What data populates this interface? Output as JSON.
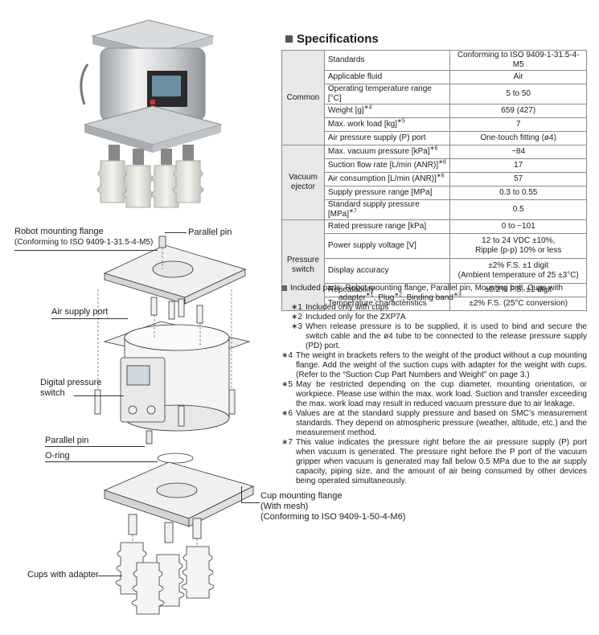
{
  "callouts": {
    "robot_flange": "Robot mounting flange",
    "robot_flange_std": "(Conforming to ISO 9409-1-31.5-4-M5)",
    "parallel_pin_top": "Parallel pin",
    "air_supply_port": "Air supply port",
    "digital_switch_1": "Digital pressure",
    "digital_switch_2": "switch",
    "parallel_pin_mid": "Parallel pin",
    "o_ring": "O-ring",
    "cup_flange_1": "Cup mounting flange",
    "cup_flange_2": "(With mesh)",
    "cup_flange_3": "(Conforming to ISO 9409-1-50-4-M6)",
    "cups_adapter": "Cups with adapter"
  },
  "specifications": {
    "title": "Specifications",
    "groups": {
      "common": "Common",
      "vacuum_1": "Vacuum",
      "vacuum_2": "ejector",
      "pressure_1": "Pressure",
      "pressure_2": "switch"
    },
    "rows": [
      {
        "item": "Standards",
        "value": "Conforming to ISO 9409-1-31.5-4-M5"
      },
      {
        "item": "Applicable fluid",
        "value": "Air"
      },
      {
        "item": "Operating temperature range [°C]",
        "value": "5 to 50"
      },
      {
        "item": "Weight [g]",
        "sup": "∗4",
        "value": "659 (427)"
      },
      {
        "item": "Max. work load [kg]",
        "sup": "∗5",
        "value": "7"
      },
      {
        "item": "Air pressure supply (P) port",
        "value": "One-touch fitting (ø4)"
      },
      {
        "item": "Max. vacuum pressure [kPa]",
        "sup": "∗6",
        "value": "−84"
      },
      {
        "item": "Suction flow rate [L/min (ANR)]",
        "sup": "∗6",
        "value": "17"
      },
      {
        "item": "Air consumption [L/min (ANR)]",
        "sup": "∗6",
        "value": "57"
      },
      {
        "item": "Supply pressure range [MPa]",
        "value": "0.3 to 0.55"
      },
      {
        "item": "Standard supply pressure [MPa]",
        "sup": "∗7",
        "value": "0.5"
      },
      {
        "item": "Rated pressure range [kPa]",
        "value": "0 to −101"
      },
      {
        "item": "Power supply voltage [V]",
        "value": "12 to 24 VDC ±10%,",
        "value2": "Ripple (p-p) 10% or less"
      },
      {
        "item": "Display accuracy",
        "value": "±2% F.S. ±1 digit",
        "value2": "(Ambient temperature of 25 ±3°C)"
      },
      {
        "item": "Repeatability",
        "value": "±0.2% F.S. ±1 digit"
      },
      {
        "item": "Temperature characteristics",
        "value": "±2% F.S. (25°C conversion)"
      }
    ]
  },
  "notes": {
    "included_1": "Included parts: Robot mounting flange, Parallel pin, Mounting bolt, Cups with",
    "included_2a": "adapter",
    "included_2b": ", Plug",
    "included_2c": ", Binding band",
    "sup1": "∗1",
    "sup2": "∗2",
    "sup3": "∗3",
    "items": [
      {
        "mark": "∗1",
        "text": "Included only with cups"
      },
      {
        "mark": "∗2",
        "text": "Included only for the ZXP7A"
      },
      {
        "mark": "∗3",
        "text": "When release pressure is to be supplied, it is used to bind and secure the switch cable and the ø4 tube to be connected to the release pressure supply (PD) port."
      },
      {
        "mark": "∗4",
        "text": "The weight in brackets refers to the weight of the product without a cup mounting flange. Add the weight of the suction cups with adapter for the weight with cups. (Refer to the “Suction Cup Part Numbers and Weight” on page 3.)"
      },
      {
        "mark": "∗5",
        "text": "May be restricted depending on the cup diameter, mounting orientation, or workpiece. Please use within the max. work load. Suction and transfer exceeding the max. work load may result in reduced vacuum pressure due to air leakage."
      },
      {
        "mark": "∗6",
        "text": "Values are at the standard supply pressure and based on SMC’s measurement standards. They depend on atmospheric pressure (weather, altitude, etc.) and the measurement method."
      },
      {
        "mark": "∗7",
        "text": "This value indicates the pressure right before the air pressure supply (P) port when vacuum is generated. The pressure right before the P port of the vacuum gripper when vacuum is generated may fall below 0.5 MPa due to the air supply capacity, piping size, and the amount of air being consumed by other devices being operated simultaneously."
      }
    ]
  }
}
